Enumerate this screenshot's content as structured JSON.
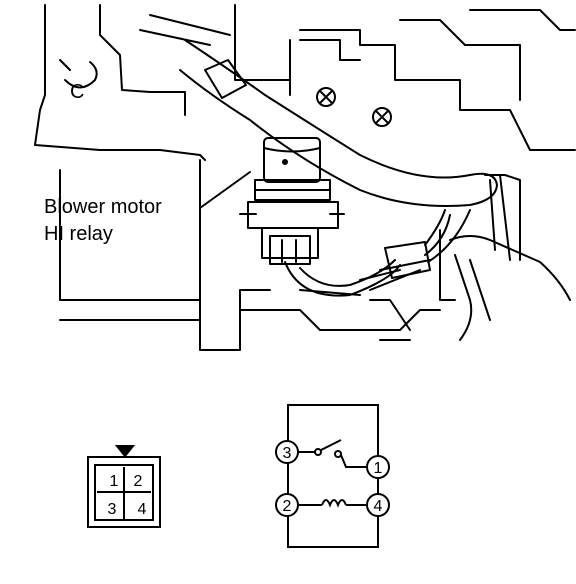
{
  "callout": {
    "line1": "Blower motor",
    "line2": "HI relay"
  },
  "connector": {
    "pins": [
      "1",
      "2",
      "3",
      "4"
    ]
  },
  "schematic": {
    "terminals": [
      "3",
      "1",
      "2",
      "4"
    ]
  },
  "colors": {
    "ink": "#000000",
    "background": "#ffffff"
  }
}
